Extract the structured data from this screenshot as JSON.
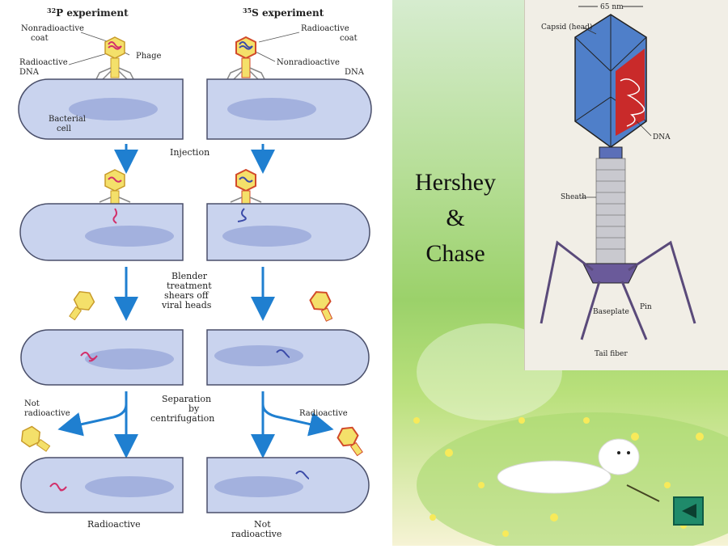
{
  "slide": {
    "title_lines": [
      "Hershey",
      "&",
      "Chase"
    ]
  },
  "experiment": {
    "p32_title_prefix": "32",
    "p32_title_suffix": "P experiment",
    "s35_title_prefix": "35",
    "s35_title_suffix": "S experiment",
    "labels": {
      "nonradioactive_coat": [
        "Nonradioactive",
        "coat"
      ],
      "phage": "Phage",
      "radioactive_dna": [
        "Radioactive",
        "DNA"
      ],
      "radioactive_coat": [
        "Radioactive",
        "coat"
      ],
      "nonradioactive_dna": [
        "Nonradioactive",
        "DNA"
      ],
      "bacterial_cell": [
        "Bacterial",
        "cell"
      ],
      "injection": "Injection",
      "blender": [
        "Blender",
        "treatment",
        "shears off",
        "viral heads"
      ],
      "not_radioactive_left": [
        "Not",
        "radioactive"
      ],
      "separation": [
        "Separation",
        "by",
        "centrifugation"
      ],
      "radioactive_right": "Radioactive",
      "result_left": "Radioactive",
      "result_right": [
        "Not",
        "radioactive"
      ]
    }
  },
  "phage_figure": {
    "size_label": "65 nm",
    "labels": {
      "capsid": "Capsid (head)",
      "dna": "DNA",
      "sheath": "Sheath",
      "baseplate": "Baseplate",
      "pin": "Pin",
      "tail_fiber": "Tail fiber"
    }
  },
  "colors": {
    "cell_fill": "#c9d3ee",
    "cell_stroke": "#4a4f6a",
    "arrow": "#1f7fd0",
    "radioactive_dna": "#d22f6a",
    "nonradioactive_dna": "#3a4aa8",
    "phage_yellow": "#f4e06a",
    "capsid_blue": "#4f7fc9",
    "grass": "#9bd16a",
    "button": "#1f8a6a"
  },
  "icons": {
    "back_button": "left-triangle-icon"
  }
}
